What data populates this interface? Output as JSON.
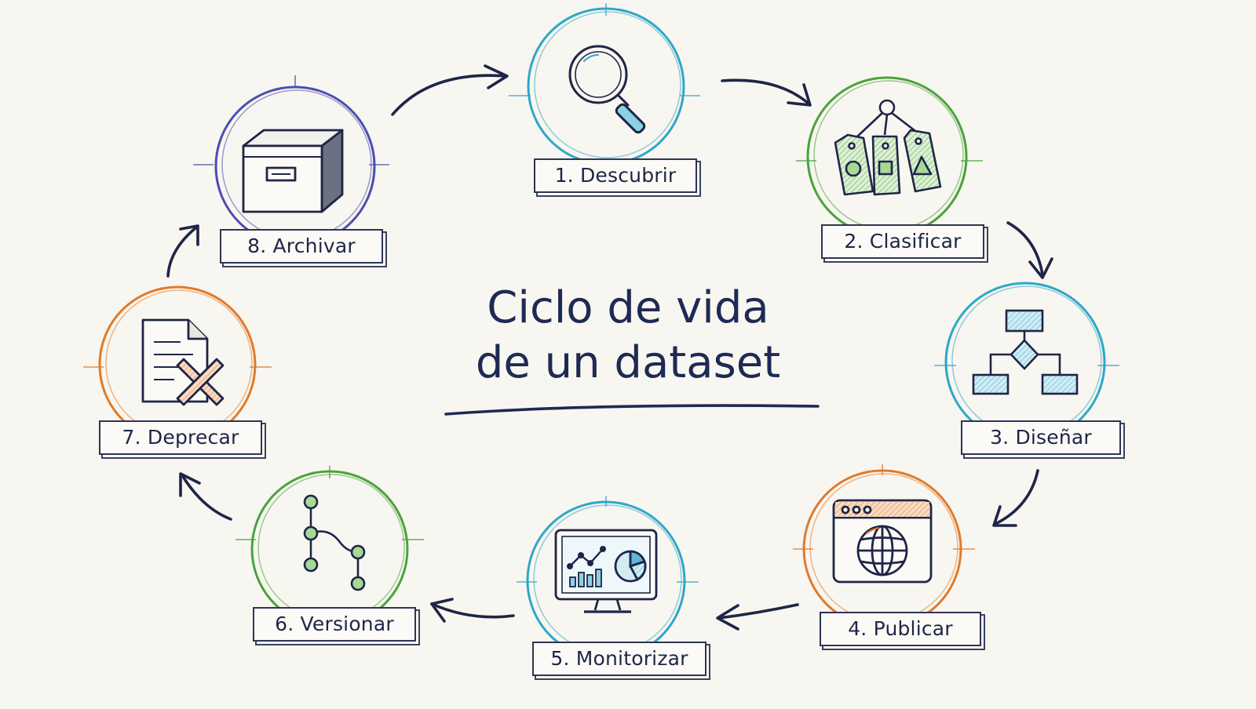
{
  "title": {
    "line1": "Ciclo de vida",
    "line2": "de un dataset"
  },
  "colors": {
    "ink": "#1e2548",
    "teal": "#2fa7c8",
    "green": "#4aa33c",
    "orange": "#e07b2a",
    "purple": "#4b4fb3"
  },
  "steps": [
    {
      "label": "1. Descubrir",
      "icon": "magnifier-icon",
      "color": "#2fa7c8"
    },
    {
      "label": "2. Clasificar",
      "icon": "tags-icon",
      "color": "#4aa33c"
    },
    {
      "label": "3. Diseñar",
      "icon": "flowchart-icon",
      "color": "#2fa7c8"
    },
    {
      "label": "4. Publicar",
      "icon": "web-globe-icon",
      "color": "#e07b2a"
    },
    {
      "label": "5. Monitorizar",
      "icon": "monitor-chart-icon",
      "color": "#2fa7c8"
    },
    {
      "label": "6. Versionar",
      "icon": "version-branch-icon",
      "color": "#4aa33c"
    },
    {
      "label": "7. Deprecar",
      "icon": "document-cross-icon",
      "color": "#e07b2a"
    },
    {
      "label": "8. Archivar",
      "icon": "archive-box-icon",
      "color": "#4b4fb3"
    }
  ]
}
